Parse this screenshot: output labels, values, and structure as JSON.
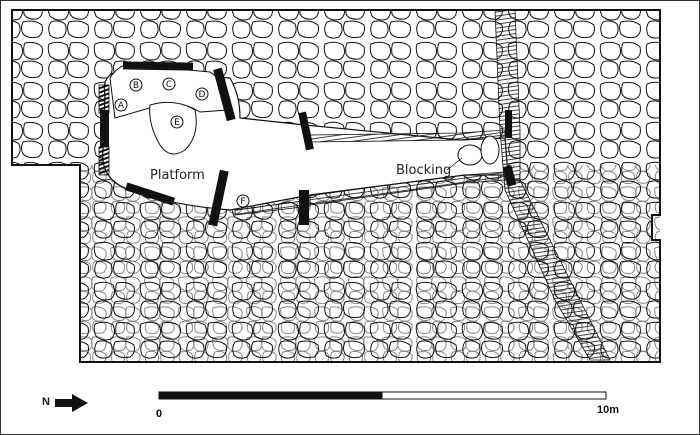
{
  "figure": {
    "type": "archaeological site plan",
    "labels": {
      "platform": "Platform",
      "blocking": "Blocking"
    },
    "features": [
      {
        "id": "A",
        "label": "A"
      },
      {
        "id": "B",
        "label": "B"
      },
      {
        "id": "C",
        "label": "C"
      },
      {
        "id": "D",
        "label": "D"
      },
      {
        "id": "E",
        "label": "E"
      },
      {
        "id": "F",
        "label": "F"
      }
    ],
    "north_arrow": {
      "label": "N",
      "direction": "right"
    },
    "scale_bar": {
      "start_label": "0",
      "end_label": "10m",
      "segments": [
        {
          "fill": "#000000",
          "fraction": 0.5
        },
        {
          "fill": "#ffffff",
          "fraction": 0.5
        }
      ]
    }
  },
  "colors": {
    "ink": "#111111",
    "background": "#ffffff"
  }
}
